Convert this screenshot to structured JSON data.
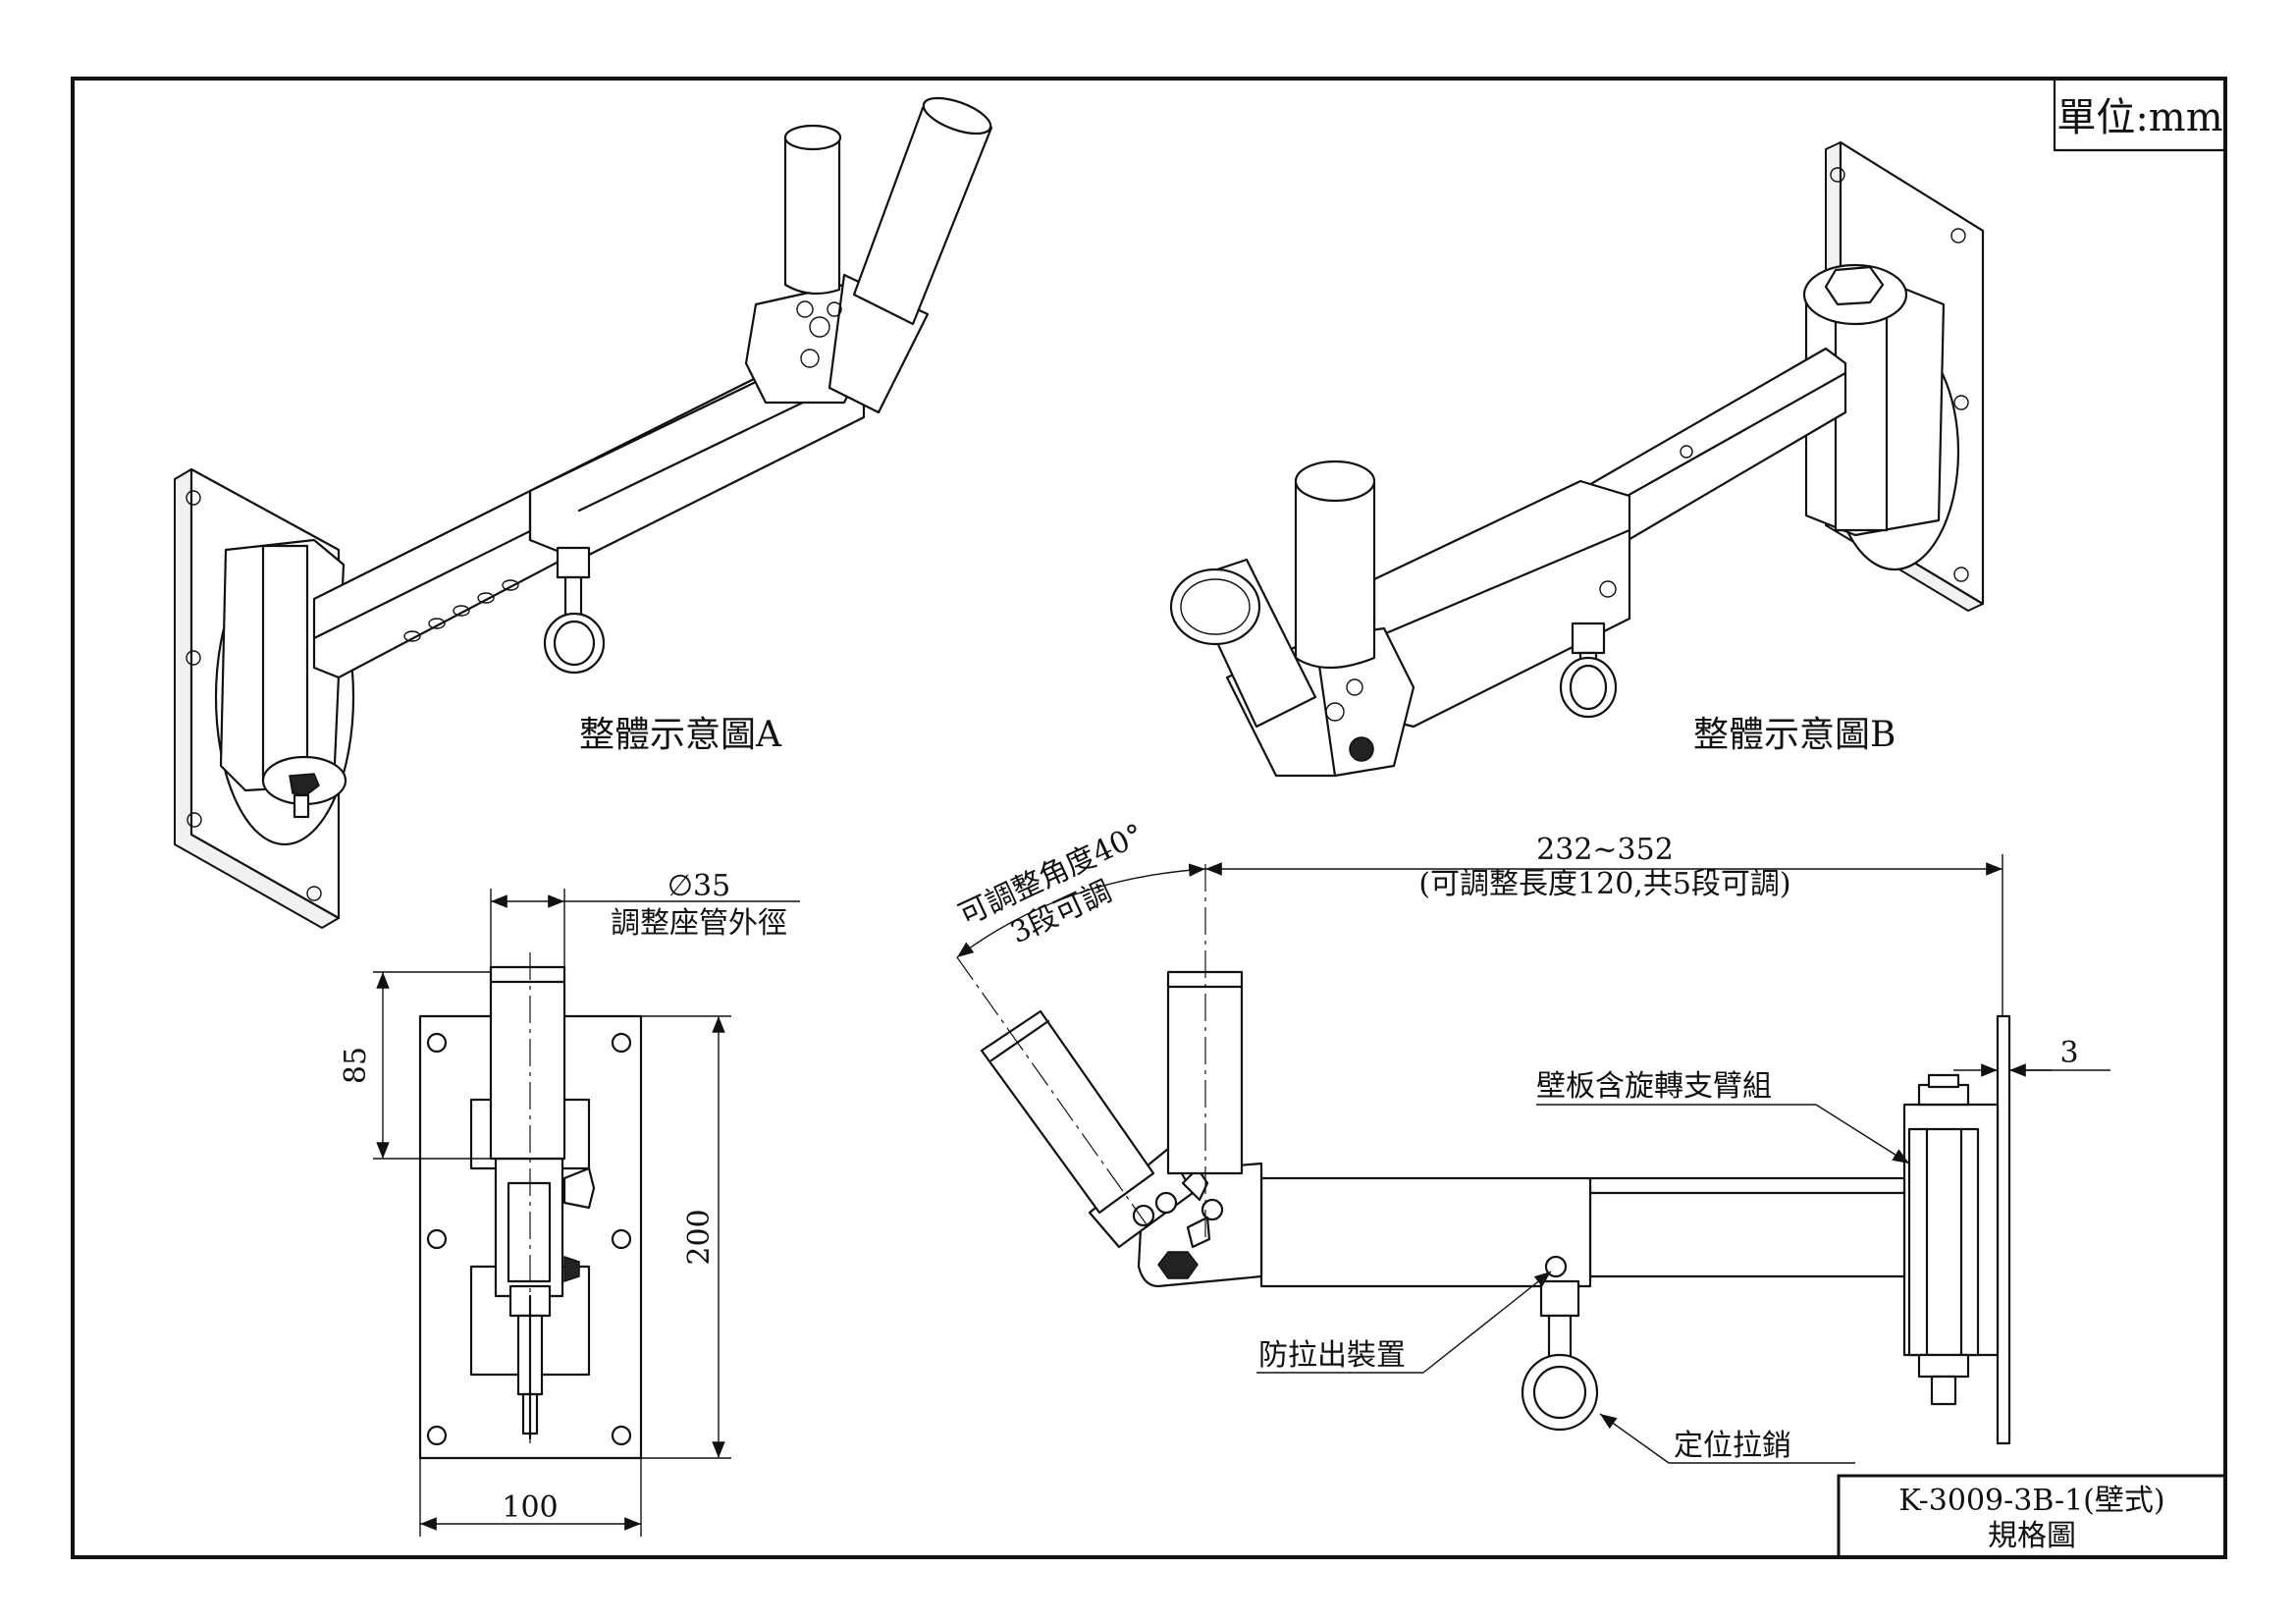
{
  "unit_label": "單位:mm",
  "views": {
    "view_a_caption": "整體示意圖A",
    "view_b_caption": "整體示意圖B"
  },
  "dimensions": {
    "diameter": "∅35",
    "diameter_note": "調整座管外徑",
    "height_85": "85",
    "height_200": "200",
    "width_100": "100",
    "length_range": "232~352",
    "length_note": "(可調整長度120,共5段可調)",
    "angle_line1": "可調整角度40°",
    "angle_line2": "3段可調",
    "plate_thickness": "3"
  },
  "callouts": {
    "wall_plate": "壁板含旋轉支臂組",
    "anti_pull": "防拉出裝置",
    "locating_pin": "定位拉銷"
  },
  "title_block": {
    "model": "K-3009-3B-1(壁式)",
    "sheet": "規格圖"
  }
}
